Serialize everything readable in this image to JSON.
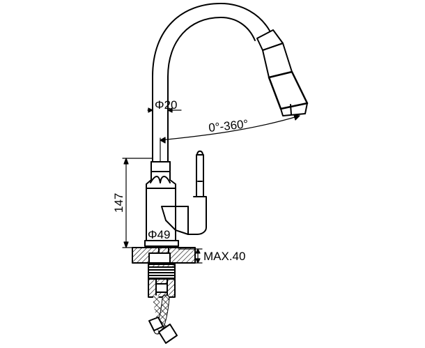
{
  "dimensions": {
    "spout_diameter": "Φ20",
    "rotation": "0°-360°",
    "height": "147",
    "base_diameter": "Φ49",
    "max_thickness": "MAX.40"
  },
  "colors": {
    "line": "#000000",
    "background": "#ffffff"
  }
}
